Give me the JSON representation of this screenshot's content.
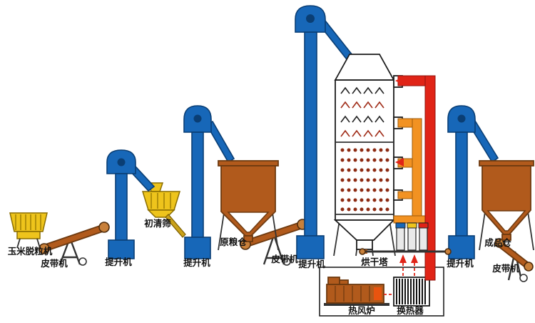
{
  "labels": {
    "corn_sheller": "玉米脱粒机",
    "belt_conveyor_1": "皮带机",
    "elevator_1": "提升机",
    "pre_cleaner": "初清筛",
    "elevator_2": "提升机",
    "raw_grain_silo": "原粮仓",
    "belt_conveyor_2": "皮带机",
    "elevator_3": "提升机",
    "drying_tower": "烘干塔",
    "hot_air_furnace": "热风炉",
    "heat_exchanger": "换热器",
    "elevator_4": "提升机",
    "product_silo": "成品仓",
    "belt_conveyor_3": "皮带机"
  },
  "colors": {
    "elevator_blue": "#1767b8",
    "silo_brown": "#b15a1c",
    "machine_yellow": "#eec41c",
    "hot_pipe_red": "#e02417",
    "warm_pipe_orange": "#f29222",
    "outline": "#1c1c1c",
    "background": "#ffffff"
  }
}
